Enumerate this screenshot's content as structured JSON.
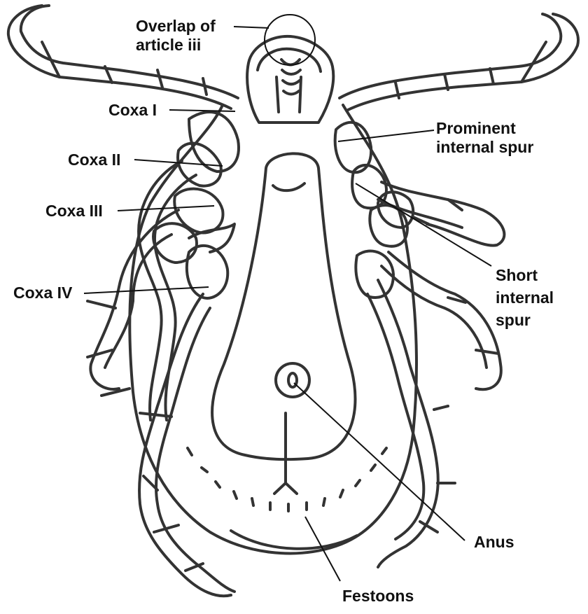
{
  "labels": {
    "overlap": [
      "Overlap of",
      "article iii"
    ],
    "coxa_1": "Coxa I",
    "coxa_2": "Coxa II",
    "coxa_3": "Coxa III",
    "coxa_4": "Coxa IV",
    "prominent_spur": [
      "Prominent",
      "internal spur"
    ],
    "short_spur": [
      "Short",
      "internal",
      "spur"
    ],
    "anus": "Anus",
    "festoons": "Festoons"
  },
  "colors": {
    "ink": "#333333",
    "text": "#111111",
    "background": "#ffffff"
  }
}
